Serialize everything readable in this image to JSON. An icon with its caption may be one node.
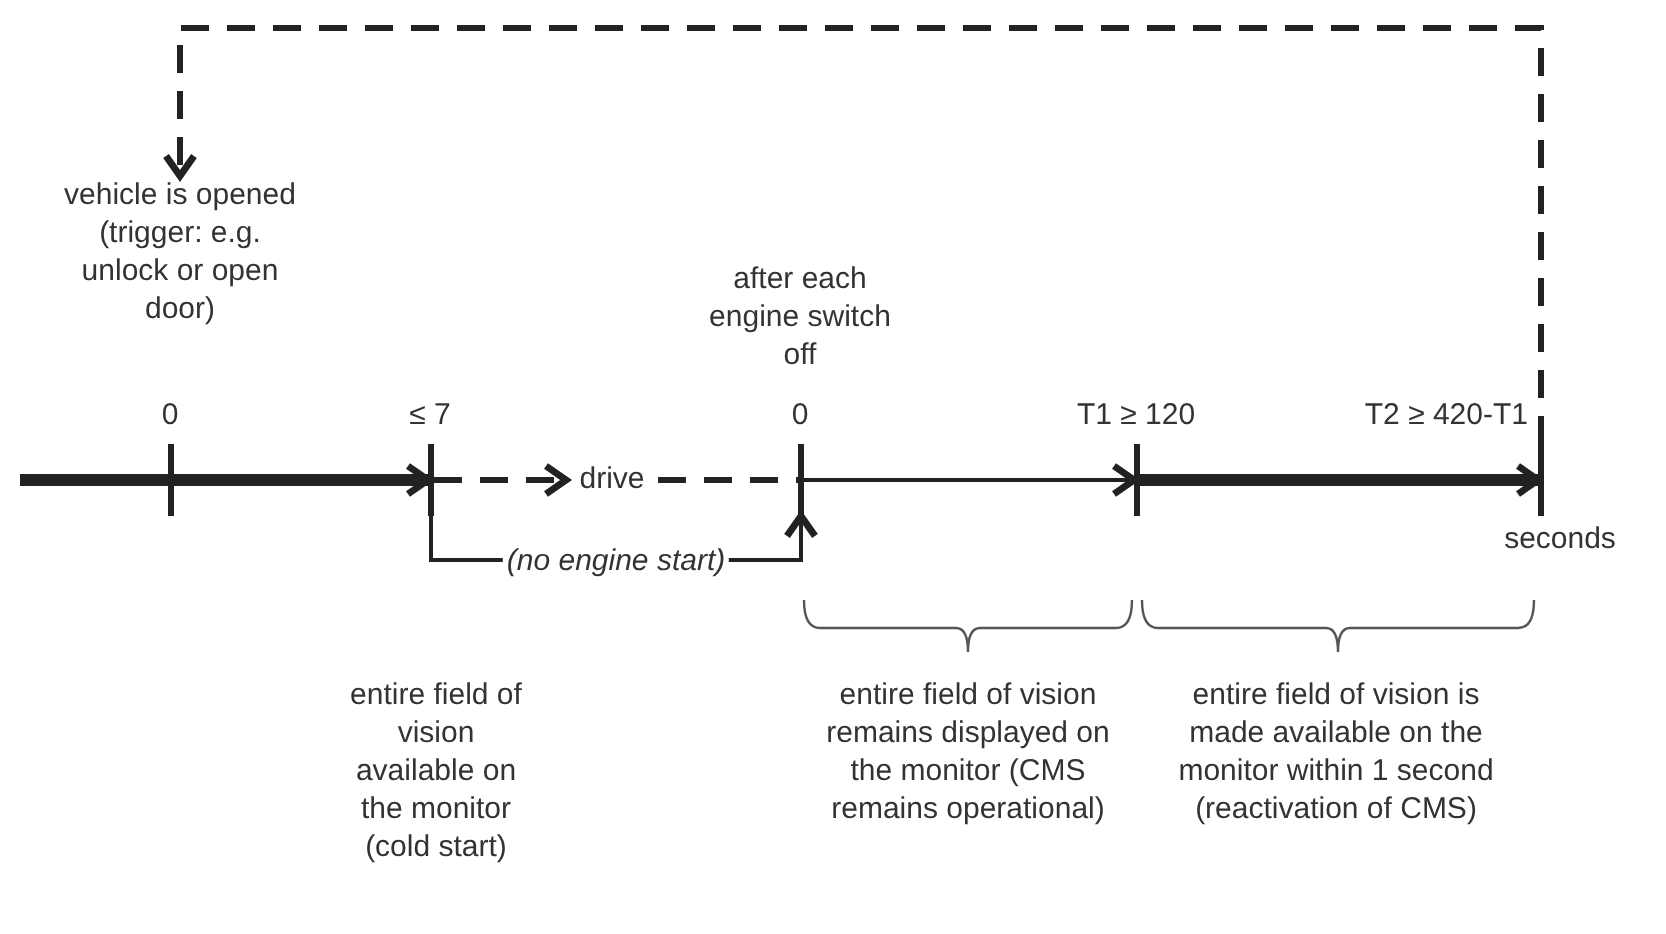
{
  "diagram": {
    "nodes": [
      {
        "text": [
          "vehicle is opened (trigger: e.g. unlock or open door)"
        ]
      },
      {
        "text": [],
        "shape": "bar",
        "beside": [
          "0"
        ]
      },
      {
        "text": [],
        "shape": "bar",
        "beside": [
          "≤ 7"
        ]
      },
      {
        "text": [
          "drive"
        ]
      },
      {
        "text": [],
        "shape": "bar",
        "beside": [
          "after each engine switch off",
          "0"
        ]
      },
      {
        "text": [],
        "shape": "bar",
        "beside": [
          "T1 ≥ 120"
        ]
      },
      {
        "text": [],
        "shape": "bar",
        "beside": [
          "T2 ≥ 420-T1"
        ]
      }
    ],
    "edges": [
      {
        "from": null,
        "to": 1,
        "arrow": "none",
        "style": "thick"
      },
      {
        "from": 1,
        "to": 2,
        "arrow": "to",
        "style": "thick"
      },
      {
        "from": 2,
        "to": 3,
        "arrow": "to",
        "style": "dashed"
      },
      {
        "from": 3,
        "to": 4,
        "arrow": "none",
        "style": "dashed"
      },
      {
        "from": 2,
        "to": 4,
        "arrow": "to",
        "label": "(no engine start)"
      },
      {
        "from": 4,
        "to": 5,
        "arrow": "to"
      },
      {
        "from": 5,
        "to": 6,
        "arrow": "to",
        "style": "thick"
      },
      {
        "from": 6,
        "to": 0,
        "arrow": "to",
        "style": "dashed"
      }
    ],
    "labels": [
      "seconds",
      "entire field of vision available on the monitor (cold start)",
      "entire field of vision remains displayed on the monitor (CMS remains operational)",
      "entire field of vision is made available on the monitor within 1 second (reactivation of CMS)"
    ]
  }
}
